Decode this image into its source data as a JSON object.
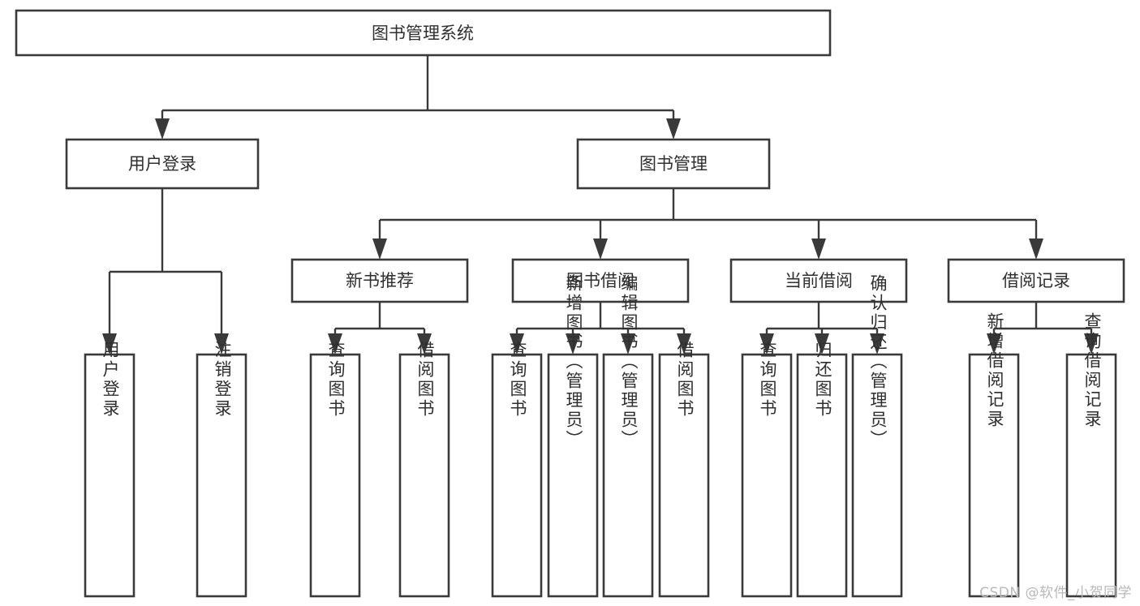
{
  "diagram": {
    "type": "hierarchy-tree",
    "title": "图书管理系统",
    "watermark": "CSDN @软件_小贺同学",
    "colors": {
      "background": "#ffffff",
      "stroke": "#3a3a3a",
      "box_fill": "#ffffff",
      "text": "#2f2f2f",
      "watermark": "#b9b9b9"
    },
    "root": {
      "label": "图书管理系统",
      "orientation": "horizontal"
    },
    "level2": [
      {
        "id": "user-login",
        "label": "用户登录",
        "orientation": "horizontal"
      },
      {
        "id": "book-manage",
        "label": "图书管理",
        "orientation": "horizontal"
      }
    ],
    "level3": [
      {
        "id": "new-book-recommend",
        "label": "新书推荐",
        "orientation": "horizontal",
        "parent": "book-manage"
      },
      {
        "id": "book-borrow",
        "label": "图书借阅",
        "orientation": "horizontal",
        "parent": "book-manage"
      },
      {
        "id": "current-borrow",
        "label": "当前借阅",
        "orientation": "horizontal",
        "parent": "book-manage"
      },
      {
        "id": "borrow-record",
        "label": "借阅记录",
        "orientation": "horizontal",
        "parent": "book-manage"
      }
    ],
    "leaves": {
      "user-login": [
        {
          "id": "leaf-user-login",
          "label": "用户登录",
          "orientation": "vertical"
        },
        {
          "id": "leaf-user-logout",
          "label": "注销登录",
          "orientation": "vertical"
        }
      ],
      "new-book-recommend": [
        {
          "id": "leaf-query-book-1",
          "label": "查询图书",
          "orientation": "vertical"
        },
        {
          "id": "leaf-borrow-book-1",
          "label": "借阅图书",
          "orientation": "vertical"
        }
      ],
      "book-borrow": [
        {
          "id": "leaf-query-book-2",
          "label": "查询图书",
          "orientation": "vertical"
        },
        {
          "id": "leaf-add-book",
          "label": "新增图书（管理员）",
          "orientation": "vertical"
        },
        {
          "id": "leaf-edit-book",
          "label": "编辑图书（管理员）",
          "orientation": "vertical"
        },
        {
          "id": "leaf-borrow-book-2",
          "label": "借阅图书",
          "orientation": "vertical"
        }
      ],
      "current-borrow": [
        {
          "id": "leaf-query-book-3",
          "label": "查询图书",
          "orientation": "vertical"
        },
        {
          "id": "leaf-return-book",
          "label": "归还图书",
          "orientation": "vertical"
        },
        {
          "id": "leaf-confirm-return",
          "label": "确认归还（管理员）",
          "orientation": "vertical"
        }
      ],
      "borrow-record": [
        {
          "id": "leaf-add-record",
          "label": "新增借阅记录",
          "orientation": "vertical"
        },
        {
          "id": "leaf-query-record",
          "label": "查询借阅记录",
          "orientation": "vertical"
        }
      ]
    }
  }
}
